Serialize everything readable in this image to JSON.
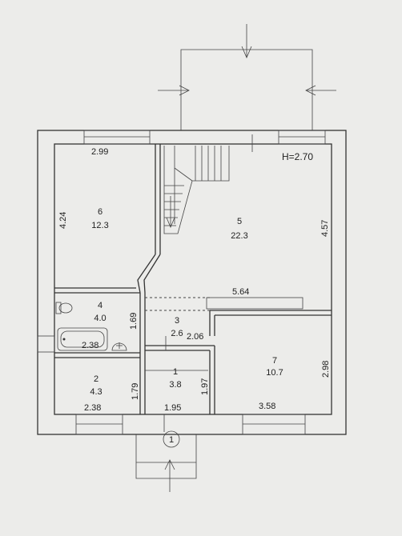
{
  "height_label": "H=2.70",
  "entrance_number": "1",
  "rooms": [
    {
      "number": "1",
      "area": "3.8"
    },
    {
      "number": "2",
      "area": "4.3"
    },
    {
      "number": "3",
      "area": "2.6"
    },
    {
      "number": "4",
      "area": "4.0"
    },
    {
      "number": "5",
      "area": "22.3"
    },
    {
      "number": "6",
      "area": "12.3"
    },
    {
      "number": "7",
      "area": "10.7"
    }
  ],
  "dimensions": {
    "room6_width": "2.99",
    "room6_height": "4.24",
    "room5_height": "4.57",
    "room5_width": "5.64",
    "room4_height": "1.69",
    "bath_width": "2.38",
    "room3_width": "2.06",
    "room7_height": "2.98",
    "room7_width": "3.58",
    "room2_height": "1.79",
    "room2_width": "2.38",
    "room1_height": "1.97",
    "room1_width": "1.95"
  }
}
